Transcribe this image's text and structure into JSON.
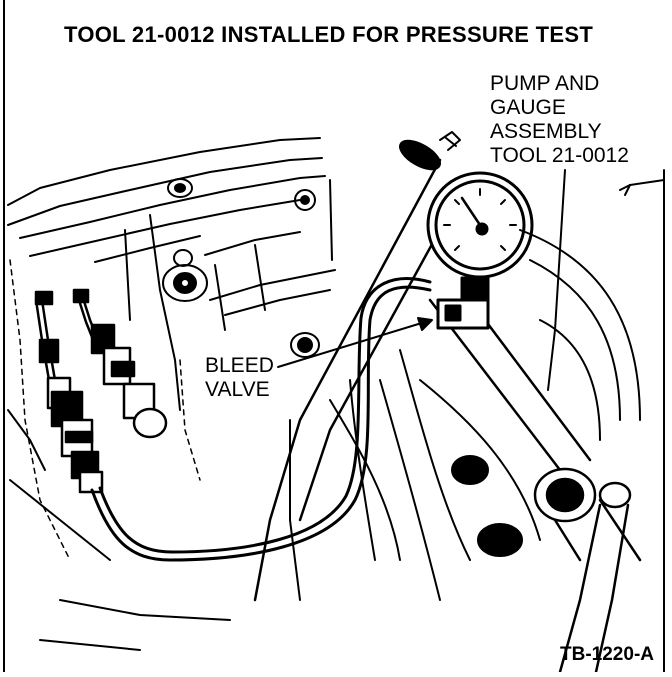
{
  "figure": {
    "title": "TOOL 21-0012 INSTALLED FOR PRESSURE TEST",
    "callouts": {
      "pump_gauge": [
        "PUMP AND",
        "GAUGE",
        "ASSEMBLY",
        "TOOL 21-0012"
      ],
      "bleed_valve": [
        "BLEED",
        "VALVE"
      ]
    },
    "figure_id": "TB-1220-A"
  },
  "colors": {
    "ink": "#000000",
    "paper": "#ffffff"
  }
}
